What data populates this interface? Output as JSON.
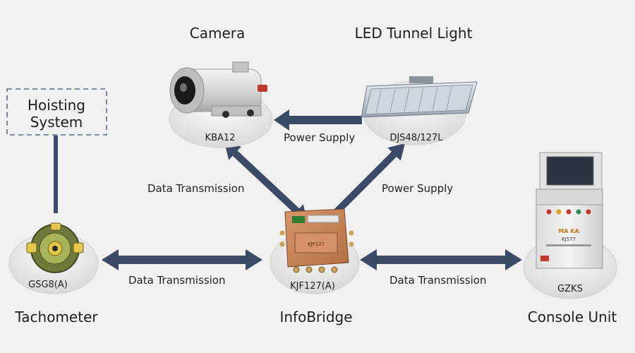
{
  "nodes": {
    "camera": {
      "title": "Camera",
      "model": "KBA12"
    },
    "tunnel_light": {
      "title": "LED Tunnel Light",
      "model": "DJS48/127L"
    },
    "hoisting": {
      "title_line1": "Hoisting",
      "title_line2": "System"
    },
    "tachometer": {
      "title": "Tachometer",
      "model": "GSG8(A)"
    },
    "infobridge": {
      "title": "InfoBridge",
      "model": "KJF127(A)",
      "panel_text": "KJF127"
    },
    "console": {
      "title": "Console Unit",
      "model": "GZKS",
      "panel_brand": "MA KA",
      "panel_code": "KJ577"
    }
  },
  "edges": {
    "light_to_camera": "Power Supply",
    "camera_infobridge": "Data Transmission",
    "infobridge_to_light": "Power Supply",
    "tach_infobridge": "Data Transmission",
    "infobridge_console": "Data Transmission"
  },
  "colors": {
    "background": "#f1f1f1",
    "arrow": "#3b4a66",
    "disc": "#e6e6e6",
    "dashed_border": "#5d6a85",
    "box_orange": "#c98558",
    "console_body": "#e9e9e9"
  }
}
